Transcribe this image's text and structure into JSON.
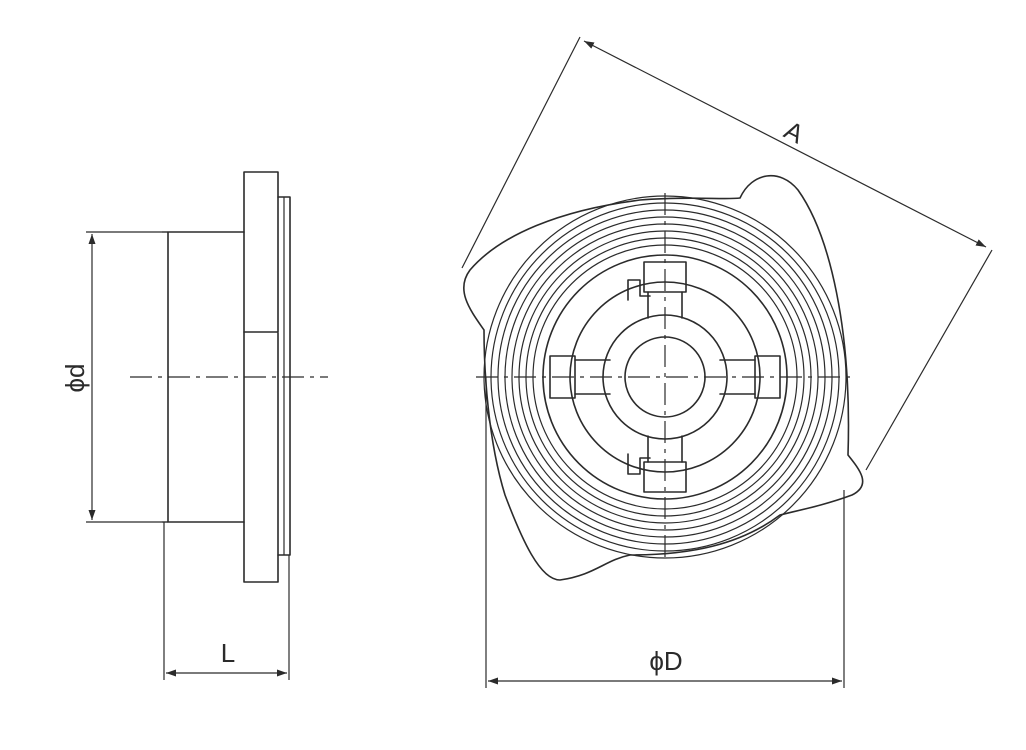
{
  "labels": {
    "diameter_small": "ϕd",
    "length": "L",
    "overall": "A",
    "diameter_large": "ϕD"
  },
  "colors": {
    "line": "#2b2b2b",
    "background": "#ffffff"
  }
}
